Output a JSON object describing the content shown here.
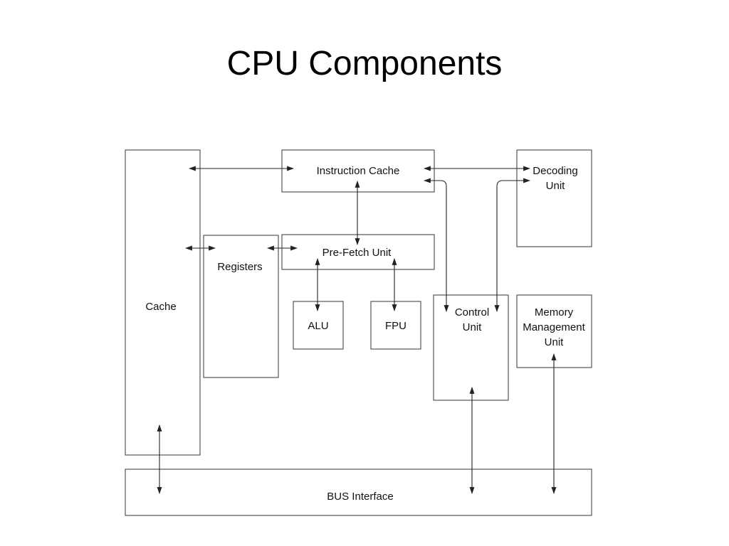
{
  "title": "CPU Components",
  "diagram": {
    "cache": "Cache",
    "instruction_cache": "Instruction Cache",
    "decoding_unit": [
      "Decoding",
      "Unit"
    ],
    "registers": "Registers",
    "prefetch_unit": "Pre-Fetch Unit",
    "alu": "ALU",
    "fpu": "FPU",
    "control_unit": [
      "Control",
      "Unit"
    ],
    "memory_management_unit": [
      "Memory",
      "Management",
      "Unit"
    ],
    "bus_interface": "BUS Interface"
  },
  "colors": {
    "box_stroke": "#555555",
    "line": "#222222",
    "text": "#111111"
  }
}
